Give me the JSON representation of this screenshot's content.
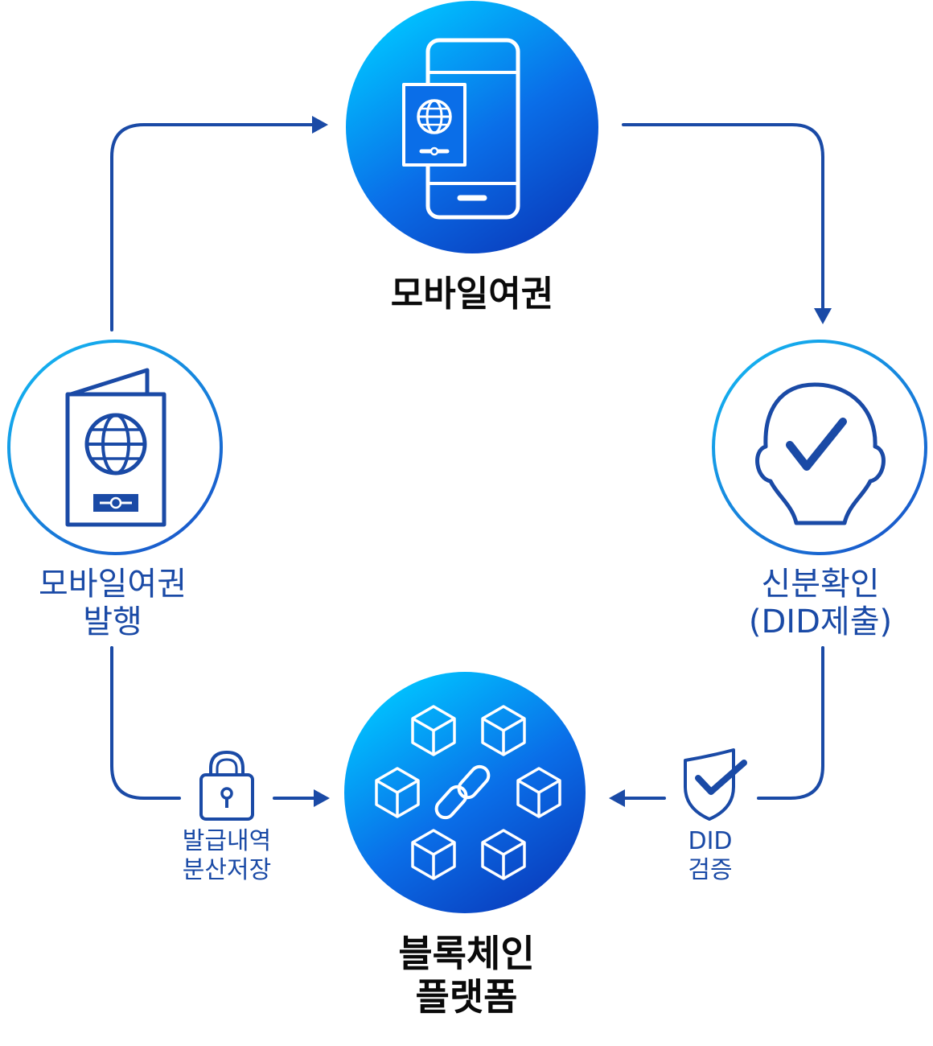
{
  "nodes": {
    "mobile_passport": {
      "label": "모바일여권",
      "icon": "smartphone-passport-icon"
    },
    "issuance": {
      "label_lines": [
        "모바일여권",
        "발행"
      ],
      "icon": "passport-icon"
    },
    "identity": {
      "label_lines": [
        "신분확인",
        "(DID제출)"
      ],
      "icon": "face-check-icon"
    },
    "blockchain": {
      "label_lines": [
        "블록체인",
        "플랫폼"
      ],
      "icon": "blockchain-blocks-icon"
    }
  },
  "edges": {
    "distributed_storage": {
      "label_lines": [
        "발급내역",
        "분산저장"
      ],
      "icon": "padlock-icon"
    },
    "did_verify": {
      "label_lines": [
        "DID",
        "검증"
      ],
      "icon": "shield-check-icon"
    }
  },
  "colors": {
    "arrow": "#1a4aa6",
    "gradient_start": "#00c3ff",
    "gradient_end": "#0a3fbf",
    "ring_start": "#13b7f2",
    "ring_end": "#1a52c8",
    "icon_dark": "#1a4aa6",
    "main_text": "#0a0a0a"
  }
}
